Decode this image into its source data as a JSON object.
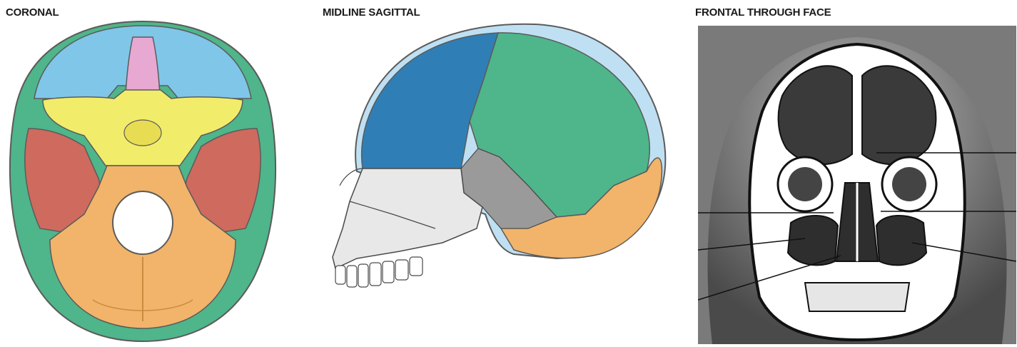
{
  "panels": [
    {
      "id": "coronal",
      "title": "CORONAL"
    },
    {
      "id": "midline-sagittal",
      "title": "MIDLINE SAGITTAL"
    },
    {
      "id": "frontal-through-face",
      "title": "FRONTAL THROUGH FACE"
    }
  ],
  "colors": {
    "frontal_bone": "#7fc6e9",
    "frontal_bone_dark": "#2f7fb6",
    "ethmoid_bone": "#e7a8d2",
    "sphenoid_bone": "#f2ec6b",
    "temporal_bone": "#cf6a5e",
    "parietal_bone": "#4fb58a",
    "occipital_bone": "#f1b46a",
    "bone_outline": "#5b5b5b",
    "photo_background": "#7a7a7a"
  }
}
